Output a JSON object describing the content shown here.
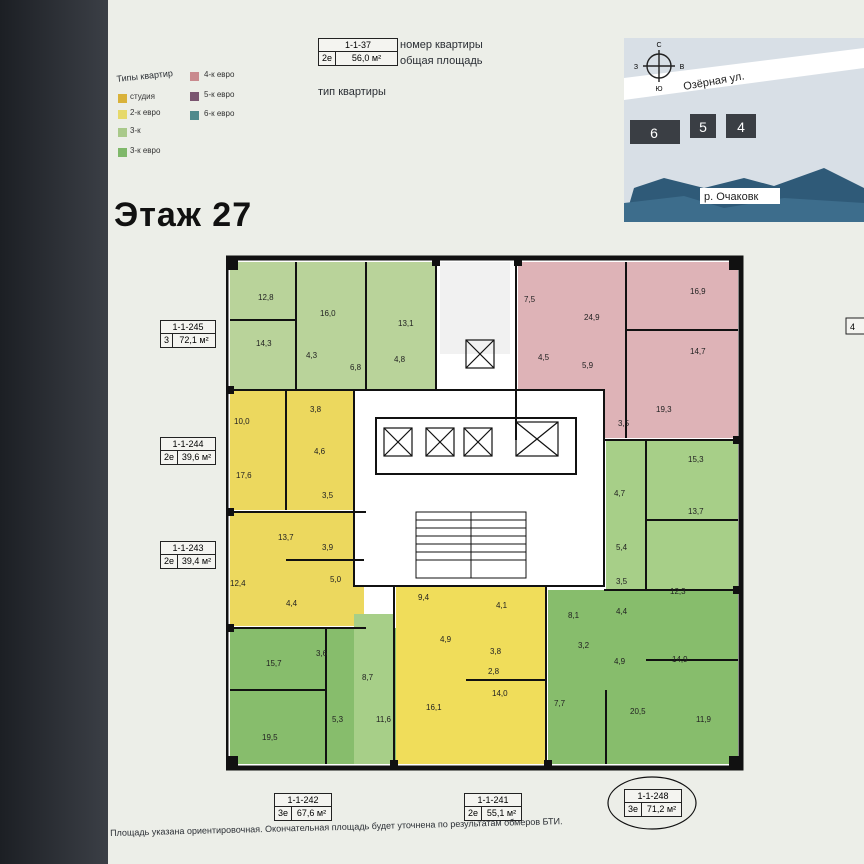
{
  "header": {
    "legend_title": "Типы квартир",
    "legend_items": [
      {
        "label": "студия",
        "color": "#d9b23a"
      },
      {
        "label": "2-к евро",
        "color": "#e6d96a"
      },
      {
        "label": "3-к",
        "color": "#a9c98a"
      },
      {
        "label": "3-к евро",
        "color": "#7fb86a"
      },
      {
        "label": "4-к евро",
        "color": "#c98a8e"
      },
      {
        "label": "5-к евро",
        "color": "#7a5570"
      },
      {
        "label": "6-к евро",
        "color": "#4f8a8c"
      }
    ],
    "key_box": {
      "number": "1-1-37",
      "type": "2е",
      "area": "56,0 м²"
    },
    "key_labels": {
      "number": "номер квартиры",
      "area": "общая площадь",
      "type": "тип квартиры"
    },
    "floor_title": "Этаж 27"
  },
  "map": {
    "compass": {
      "n": "С",
      "s": "Ю",
      "w": "З",
      "e": "В"
    },
    "street": "Озёрная ул.",
    "river": "р. Очаковк",
    "buildings": [
      "6",
      "5",
      "4"
    ]
  },
  "apartments": [
    {
      "number": "1-1-245",
      "type": "3",
      "area": "72,1 м²"
    },
    {
      "number": "1-1-244",
      "type": "2е",
      "area": "39,6 м²"
    },
    {
      "number": "1-1-243",
      "type": "2е",
      "area": "39,4 м²"
    },
    {
      "number": "1-1-242",
      "type": "3е",
      "area": "67,6 м²"
    },
    {
      "number": "1-1-241",
      "type": "2е",
      "area": "55,1 м²"
    },
    {
      "number": "1-1-248",
      "type": "3е",
      "area": "71,2 м²"
    }
  ],
  "edge_label": "4",
  "rooms": [
    "12,8",
    "16,0",
    "13,1",
    "14,3",
    "4,3",
    "6,8",
    "4,8",
    "7,5",
    "24,9",
    "16,9",
    "4,5",
    "5,9",
    "14,7",
    "19,3",
    "3,5",
    "10,0",
    "3,8",
    "4,6",
    "17,6",
    "3,5",
    "15,3",
    "4,7",
    "13,7",
    "5,4",
    "13,7",
    "3,9",
    "5,0",
    "12,4",
    "4,4",
    "3,5",
    "12,3",
    "4,4",
    "9,4",
    "4,1",
    "8,1",
    "4,9",
    "3,8",
    "3,2",
    "4,9",
    "14,9",
    "15,7",
    "3,6",
    "8,7",
    "2,8",
    "14,0",
    "7,7",
    "20,5",
    "11,9",
    "5,3",
    "11,6",
    "16,1",
    "19,5"
  ],
  "footnote": "Площадь указана ориентировочная. Окончательная площадь будет уточнена по результатам обмеров БТИ."
}
